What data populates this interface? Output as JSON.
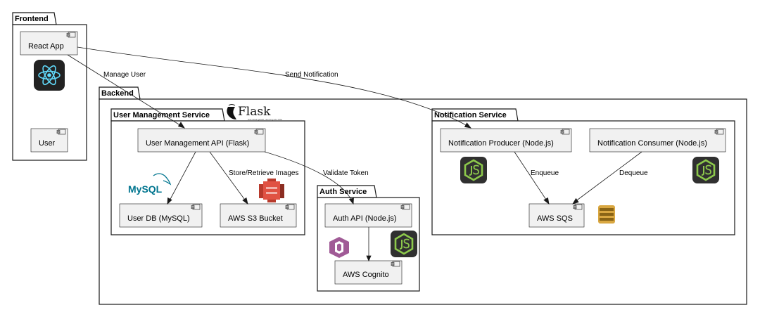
{
  "packages": {
    "frontend": "Frontend",
    "backend": "Backend",
    "user_management": "User Management Service",
    "auth": "Auth Service",
    "notification": "Notification Service"
  },
  "components": {
    "react_app": "React App",
    "user": "User",
    "user_api": "User Management API (Flask)",
    "user_db": "User DB (MySQL)",
    "s3": "AWS S3 Bucket",
    "auth_api": "Auth API (Node.js)",
    "cognito": "AWS Cognito",
    "producer": "Notification Producer (Node.js)",
    "consumer": "Notification Consumer (Node.js)",
    "sqs": "AWS SQS"
  },
  "edges": {
    "manage_user": "Manage User",
    "send_notification": "Send Notification",
    "store_images": "Store/Retrieve Images",
    "validate_token": "Validate Token",
    "enqueue": "Enqueue",
    "dequeue": "Dequeue"
  },
  "logos": {
    "flask": "Flask",
    "flask_tagline": "web development, one drop at a time",
    "mysql": "MySQL",
    "nodejs": "JS"
  },
  "colors": {
    "component_fill": "#f1f1f1",
    "stroke": "#181818",
    "react_blue": "#61dafb",
    "node_green": "#8cc84b",
    "mysql_blue": "#00758f",
    "mysql_orange": "#f29111",
    "s3_red": "#e05243",
    "cognito_purple": "#a05a96",
    "sqs_gold": "#d9a741"
  },
  "icons": [
    "react-icon",
    "flask-logo",
    "mysql-logo",
    "s3-icon",
    "nodejs-icon",
    "cognito-icon",
    "sqs-icon",
    "component-icon"
  ]
}
